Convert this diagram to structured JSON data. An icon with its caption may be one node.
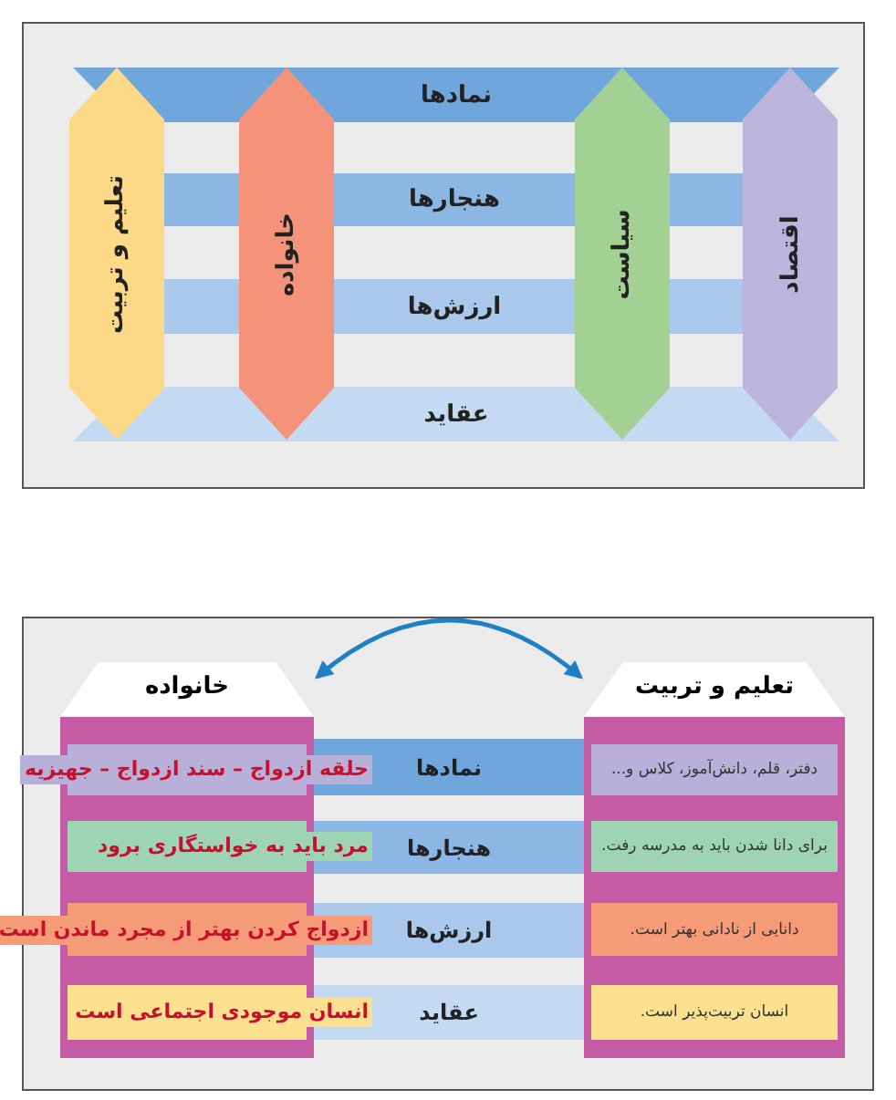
{
  "diagram": {
    "nodes": [
      {
        "text": [
          "نمادها"
        ]
      },
      {
        "text": [
          "هنجارها"
        ]
      },
      {
        "text": [
          "ارزش‌ها"
        ]
      },
      {
        "text": [
          "عقاید"
        ]
      },
      {
        "text": [
          "تعلیم و تربیت"
        ]
      },
      {
        "text": [
          "خانواده"
        ]
      },
      {
        "text": [
          "سیاست"
        ]
      },
      {
        "text": [
          "اقتصاد"
        ]
      },
      {
        "text": [
          "خانواده"
        ]
      },
      {
        "text": [
          "حلقه ازدواج – سند ازدواج – جهیزیه"
        ],
        "in": 8
      },
      {
        "text": [
          "مرد باید به خواستگاری برود"
        ],
        "in": 8
      },
      {
        "text": [
          "ازدواج کردن بهتر از مجرد ماندن است"
        ],
        "in": 8
      },
      {
        "text": [
          "انسان موجودی اجتماعی است"
        ],
        "in": 8
      },
      {
        "text": [
          "تعلیم و تربیت"
        ]
      },
      {
        "text": [
          "دفتر، قلم، دانش‌آموز، کلاس و..."
        ],
        "in": 13
      },
      {
        "text": [
          "برای دانا شدن باید به مدرسه رفت."
        ],
        "in": 13
      },
      {
        "text": [
          "دانایی از نادانی بهتر است."
        ],
        "in": 13
      },
      {
        "text": [
          "انسان تربیت‌پذیر است."
        ],
        "in": 13
      },
      {
        "text": [
          "نمادها"
        ]
      },
      {
        "text": [
          "هنجارها"
        ]
      },
      {
        "text": [
          "ارزش‌ها"
        ]
      },
      {
        "text": [
          "عقاید"
        ]
      }
    ],
    "edges": [
      {
        "from": 8,
        "to": 13,
        "arrow": "both"
      }
    ]
  }
}
